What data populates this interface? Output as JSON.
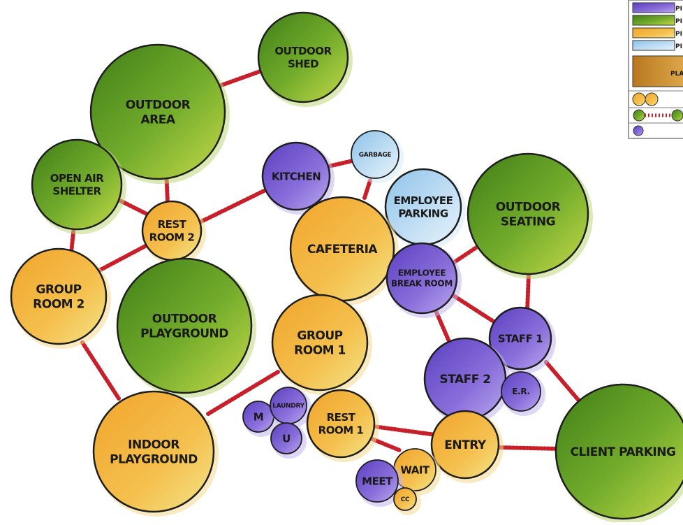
{
  "bubbles": {
    "outdoor_shed": [
      "OUTDOOR",
      "SHED"
    ],
    "outdoor_area": [
      "OUTDOOR",
      "AREA"
    ],
    "open_air_shelter": [
      "OPEN AIR",
      "SHELTER"
    ],
    "rest_room_2": [
      "REST",
      "ROOM 2"
    ],
    "kitchen": [
      "KITCHEN"
    ],
    "garbage": [
      "GARBAGE"
    ],
    "employee_parking": [
      "EMPLOYEE",
      "PARKING"
    ],
    "outdoor_seating": [
      "OUTDOOR",
      "SEATING"
    ],
    "group_room_2": [
      "GROUP",
      "ROOM 2"
    ],
    "outdoor_playground": [
      "OUTDOOR",
      "PLAYGROUND"
    ],
    "cafeteria": [
      "CAFETERIA"
    ],
    "employee_break_room": [
      "EMPLOYEE",
      "BREAK ROOM"
    ],
    "staff_1": [
      "STAFF 1"
    ],
    "group_room_1": [
      "GROUP",
      "ROOM 1"
    ],
    "staff_2": [
      "STAFF 2"
    ],
    "er": [
      "E.R."
    ],
    "m": [
      "M"
    ],
    "laundry": [
      "LAUNDRY"
    ],
    "u": [
      "U"
    ],
    "rest_room_1": [
      "REST",
      "ROOM 1"
    ],
    "indoor_playground": [
      "INDOOR",
      "PLAYGROUND"
    ],
    "entry": [
      "ENTRY"
    ],
    "client_parking": [
      "CLIENT PARKING"
    ],
    "wait": [
      "WAIT"
    ],
    "meet": [
      "MEET"
    ],
    "cc": [
      "CC"
    ]
  },
  "legend": {
    "rows": [
      "PI",
      "PI",
      "PI",
      "PI",
      "PLA"
    ]
  },
  "colors": {
    "green": "#6aa42a",
    "orange": "#f0b23a",
    "purple": "#7b5fd0",
    "blue": "#a9d3ef",
    "link": "#c8202a",
    "legend_brown": "#c88a2a"
  }
}
